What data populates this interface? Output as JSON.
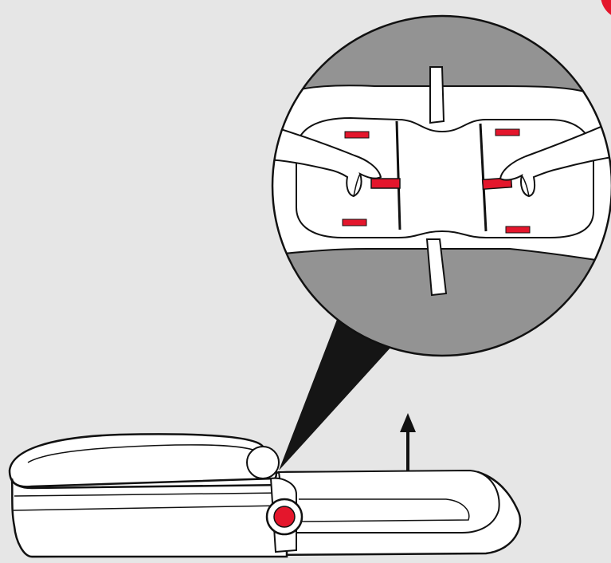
{
  "illustration": {
    "colors": {
      "background": "#e6e6e6",
      "circle_fill": "#939393",
      "outline": "#111111",
      "fabric": "#ffffff",
      "accent_red": "#e4162c",
      "pointer": "#151515"
    },
    "parts": [
      "corner-step-badge",
      "zoom-magnifier",
      "bassinet-mattress",
      "release-tabs",
      "hands-icon",
      "lift-arrow-icon",
      "bassinet-base",
      "red-release-button"
    ]
  }
}
